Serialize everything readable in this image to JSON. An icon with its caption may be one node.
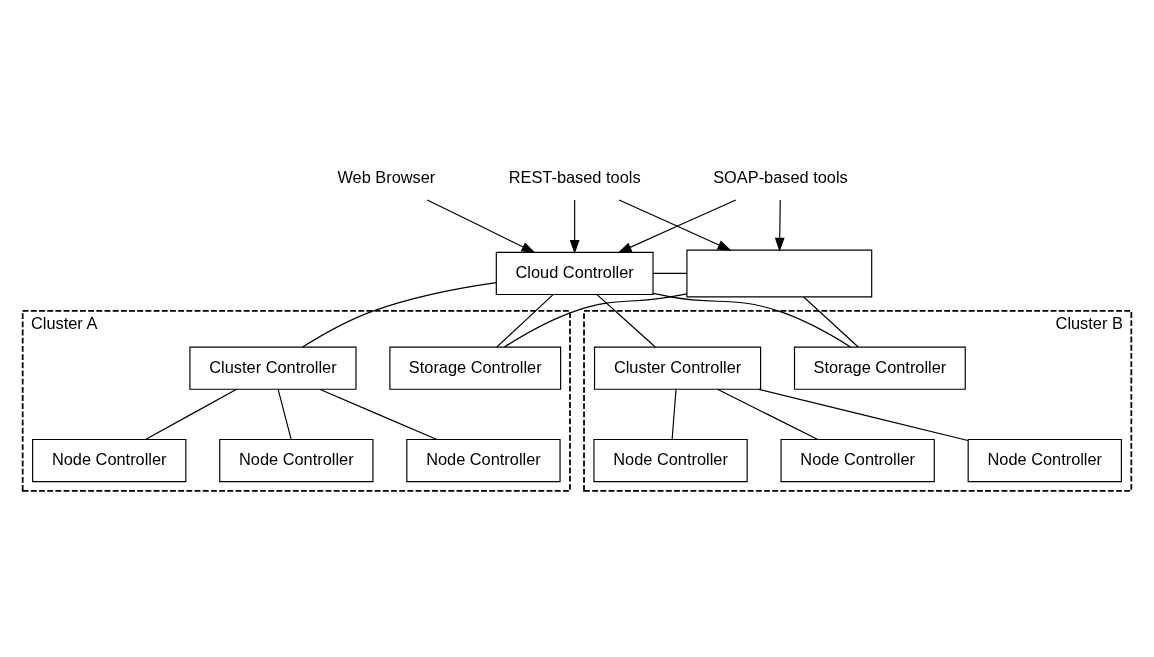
{
  "diagram": {
    "nodes": [
      {
        "text": [
          "Web Browser"
        ]
      },
      {
        "text": [
          "SOAP-based tools"
        ]
      },
      {
        "text": [
          "REST-based tools"
        ]
      },
      {
        "text": [
          "Cloud Controller"
        ]
      },
      {
        "text": [],
        "shape": "box"
      },
      {
        "text": [
          "Cluster A"
        ]
      },
      {
        "text": [
          "Cluster Controller"
        ],
        "in": 5
      },
      {
        "text": [
          "Storage Controller"
        ],
        "in": 5
      },
      {
        "text": [
          "Node Controller"
        ],
        "in": 5
      },
      {
        "text": [
          "Node Controller"
        ],
        "in": 5
      },
      {
        "text": [
          "Node Controller"
        ],
        "in": 5
      },
      {
        "text": [
          "Cluster B"
        ]
      },
      {
        "text": [
          "Cluster Controller"
        ],
        "in": 11
      },
      {
        "text": [
          "Storage Controller"
        ],
        "in": 11
      },
      {
        "text": [
          "Node Controller"
        ],
        "in": 11
      },
      {
        "text": [
          "Node Controller"
        ],
        "in": 11
      },
      {
        "text": [
          "Node Controller"
        ],
        "in": 11
      }
    ],
    "edges": [
      {
        "from": 0,
        "to": 3,
        "arrow": "to"
      },
      {
        "from": 1,
        "to": 3,
        "arrow": "to"
      },
      {
        "from": 2,
        "to": 3,
        "arrow": "to"
      },
      {
        "from": 1,
        "to": 4,
        "arrow": "to"
      },
      {
        "from": 2,
        "to": 4,
        "arrow": "to"
      },
      {
        "from": 3,
        "to": 4,
        "arrow": "none"
      },
      {
        "from": 3,
        "to": 6,
        "arrow": "none"
      },
      {
        "from": 3,
        "to": 7,
        "arrow": "none"
      },
      {
        "from": 4,
        "to": 7,
        "arrow": "none"
      },
      {
        "from": 3,
        "to": 12,
        "arrow": "none"
      },
      {
        "from": 3,
        "to": 13,
        "arrow": "none"
      },
      {
        "from": 4,
        "to": 13,
        "arrow": "none"
      },
      {
        "from": 6,
        "to": 8,
        "arrow": "none"
      },
      {
        "from": 6,
        "to": 9,
        "arrow": "none"
      },
      {
        "from": 6,
        "to": 10,
        "arrow": "none"
      },
      {
        "from": 12,
        "to": 14,
        "arrow": "none"
      },
      {
        "from": 12,
        "to": 15,
        "arrow": "none"
      },
      {
        "from": 12,
        "to": 16,
        "arrow": "none"
      }
    ]
  }
}
